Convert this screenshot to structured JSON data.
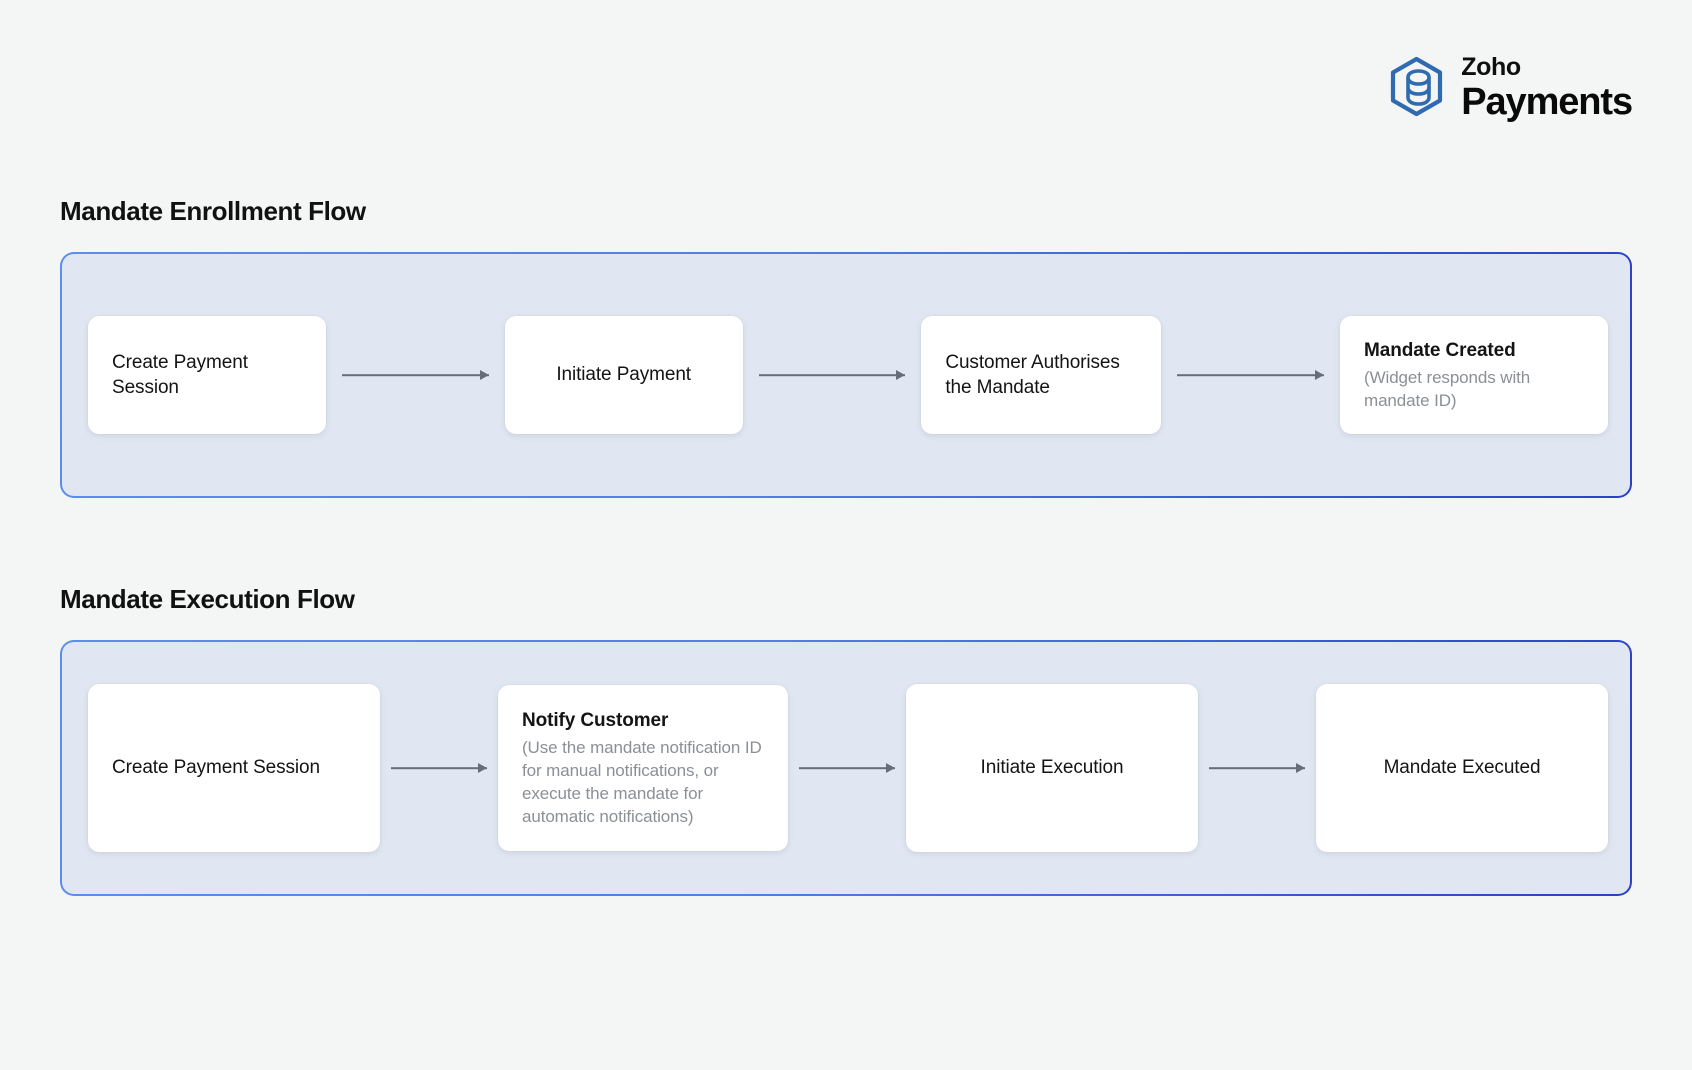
{
  "brand": {
    "icon": "zoho-hexagon-logo-icon",
    "line1": "Zoho",
    "line2": "Payments"
  },
  "sections": [
    {
      "title": "Mandate Enrollment Flow",
      "steps": [
        {
          "title": "Create Payment Session",
          "emphasis": false,
          "sub": ""
        },
        {
          "title": "Initiate Payment",
          "emphasis": false,
          "sub": ""
        },
        {
          "title": "Customer Authorises the Mandate",
          "emphasis": false,
          "sub": ""
        },
        {
          "title": "Mandate Created",
          "emphasis": true,
          "sub": "(Widget responds with mandate ID)"
        }
      ]
    },
    {
      "title": "Mandate Execution Flow",
      "steps": [
        {
          "title": "Create Payment Session",
          "emphasis": false,
          "sub": ""
        },
        {
          "title": "Notify Customer",
          "emphasis": true,
          "sub": "(Use the mandate notification ID for manual notifications, or execute the mandate for automatic notifications)"
        },
        {
          "title": "Initiate Execution",
          "emphasis": false,
          "sub": ""
        },
        {
          "title": "Mandate Executed",
          "emphasis": false,
          "sub": ""
        }
      ]
    }
  ],
  "colors": {
    "page_background": "#f4f6f6",
    "panel_background": "#e1e7f2",
    "panel_border_start": "#5b8ef0",
    "panel_border_end": "#2b41c4",
    "card_background": "#ffffff",
    "arrow": "#686e77",
    "text_primary": "#141414",
    "text_muted": "#8b8f96",
    "brand_blue": "#2f6bb0"
  }
}
